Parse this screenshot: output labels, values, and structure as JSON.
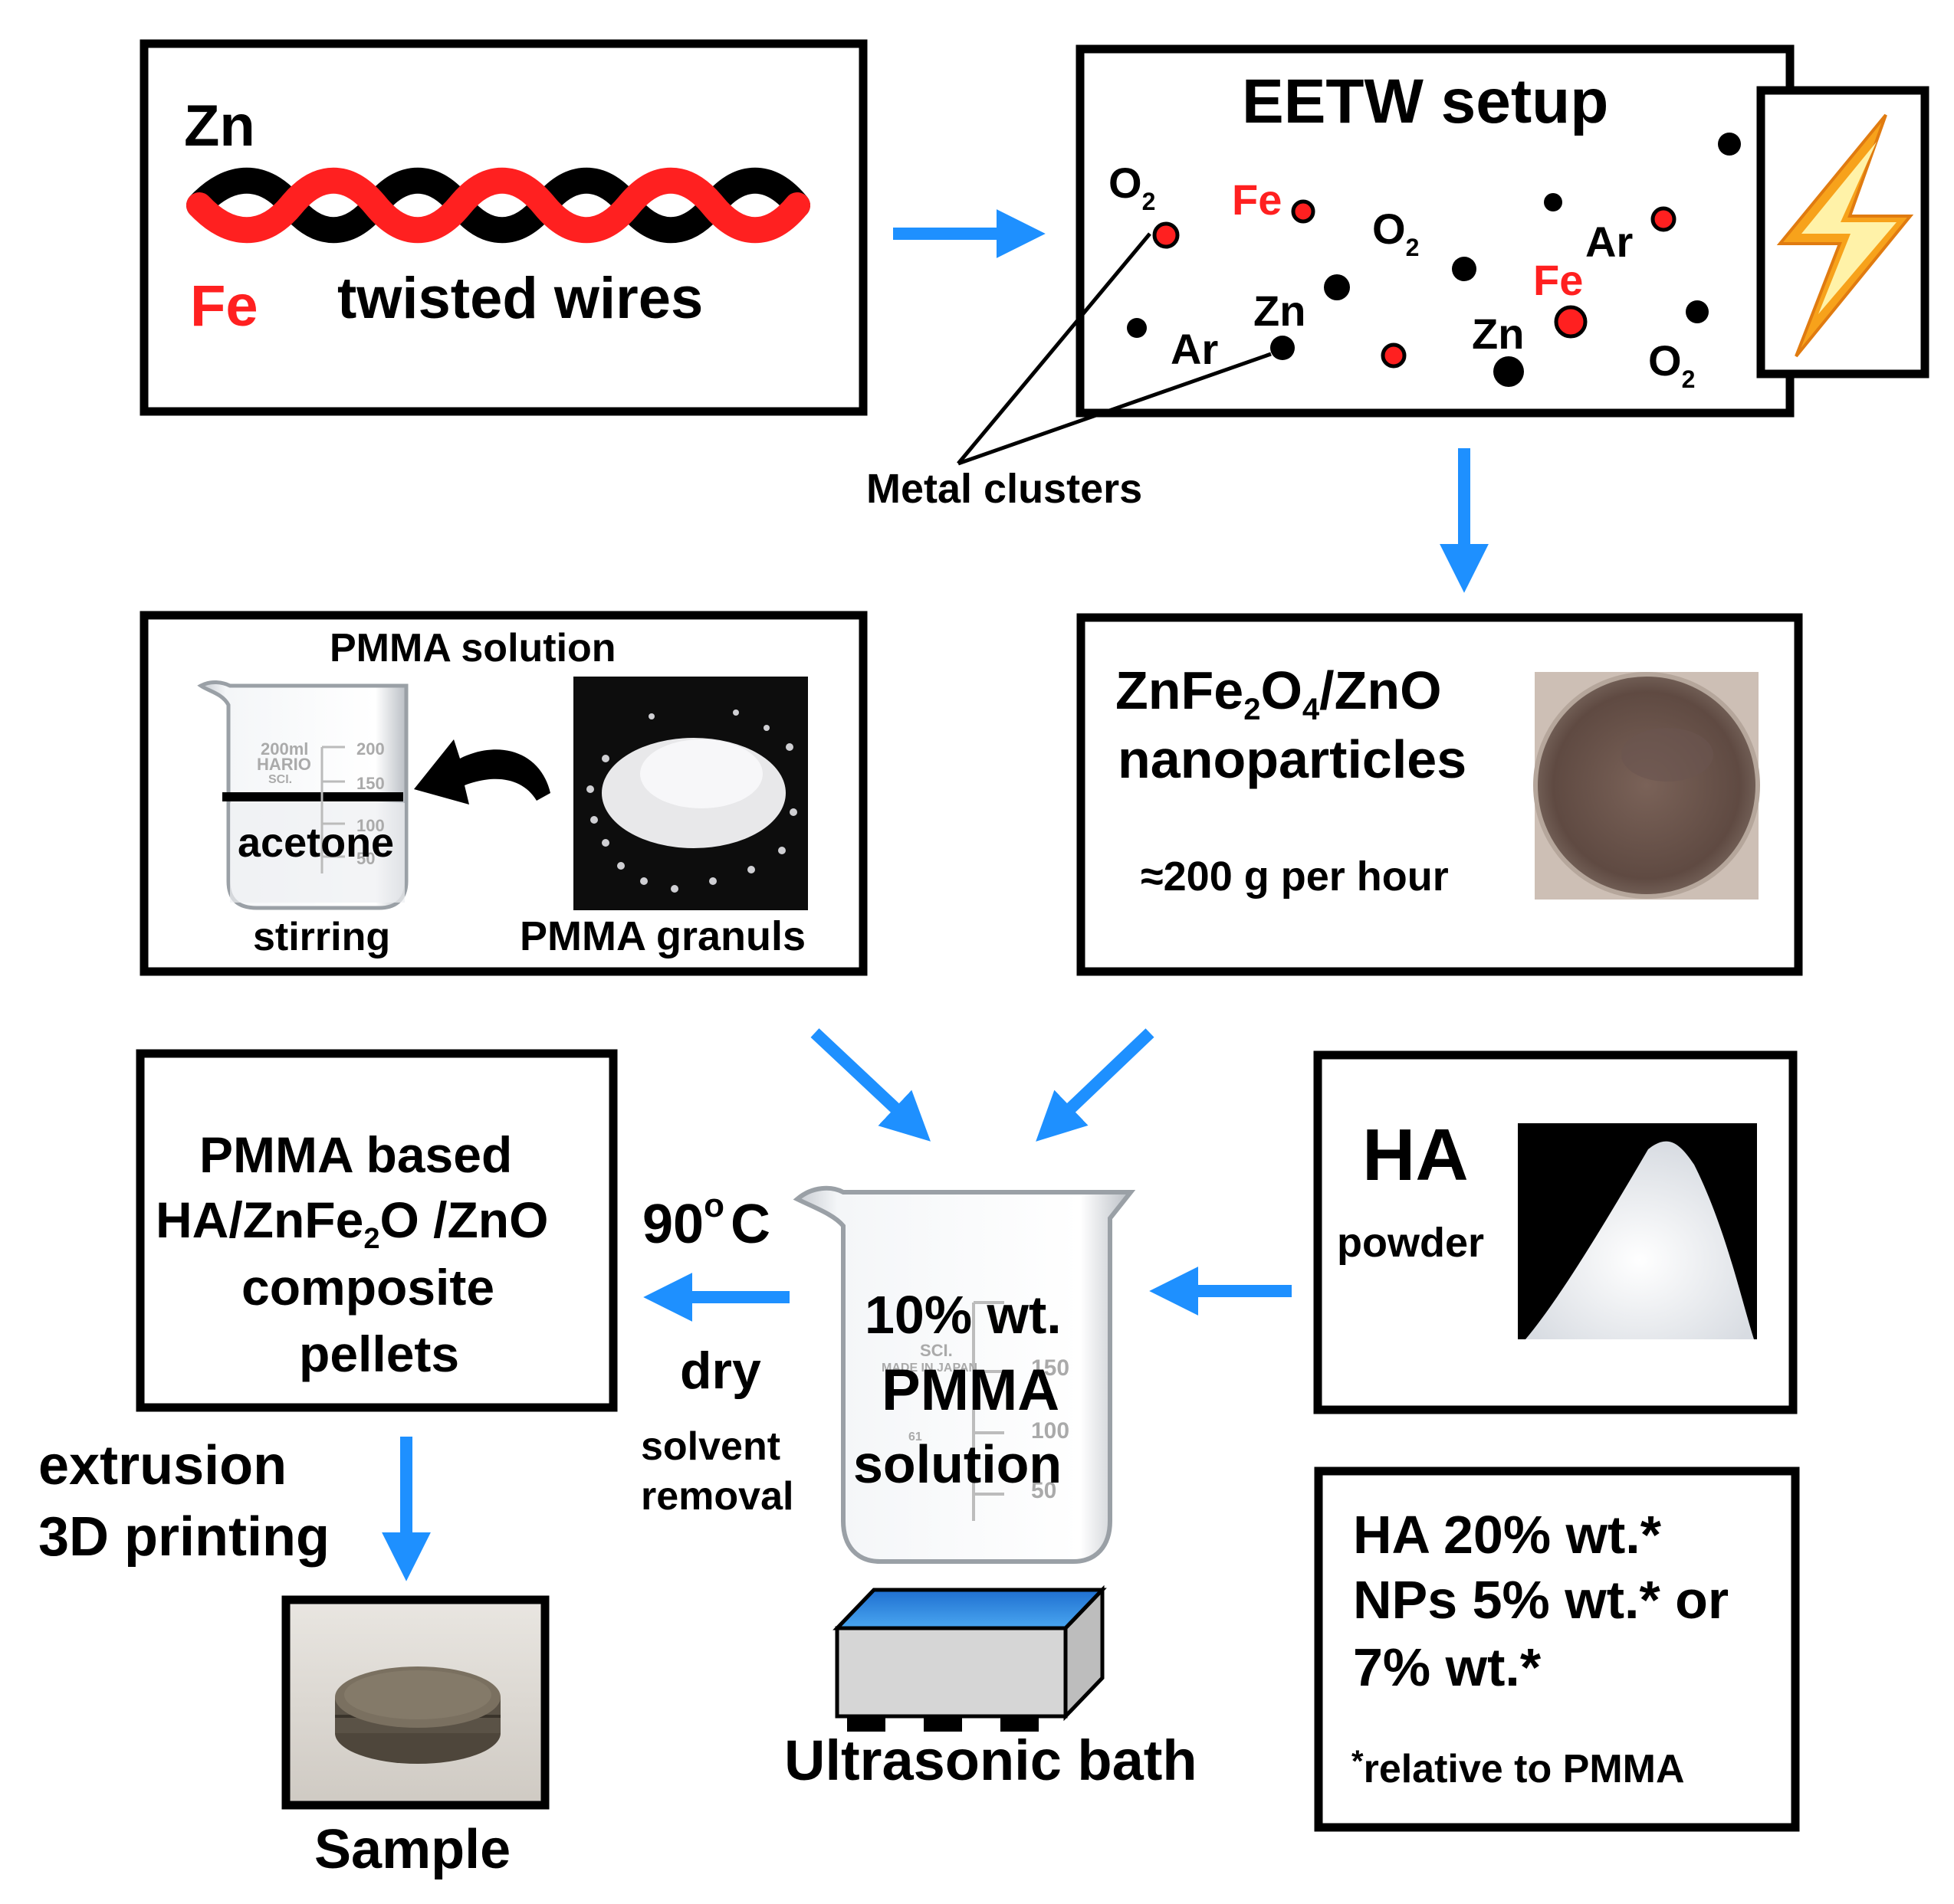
{
  "colors": {
    "arrow": "#1e90ff",
    "fe_red": "#ff2020",
    "ink": "#000000",
    "bolt_outer": "#f7a21b",
    "bolt_inner": "#fff2a8",
    "bath_water": "#2f8fe6",
    "bath_body": "#d6d6d6"
  },
  "twisted_wires": {
    "zn_label": "Zn",
    "fe_label": "Fe",
    "caption": "twisted wires"
  },
  "eetw": {
    "title": "EETW setup",
    "o2_label": "O",
    "o2_sub": "2",
    "fe_label": "Fe",
    "ar_label": "Ar",
    "zn_label": "Zn",
    "icon": "lightning-bolt-icon"
  },
  "metal_clusters_label": "Metal clusters",
  "pmma_prep": {
    "title": "PMMA solution",
    "beaker_label": "acetone",
    "stirring_label": "stirring",
    "granules_label": "PMMA granuls",
    "beaker_marks": [
      "200ml",
      "HARIO",
      "SCI.",
      "200",
      "150",
      "100",
      "50"
    ]
  },
  "nanoparticles": {
    "formula_a": "ZnFe",
    "sub_a": "2",
    "formula_b": "O",
    "sub_b": "4",
    "formula_c": "/ZnO",
    "line2": "nanoparticles",
    "rate": "≈200 g per hour"
  },
  "composite": {
    "line1": "PMMA based",
    "line2a": "HA/ZnFe",
    "line2_sub": "2",
    "line2b": "O /ZnO",
    "line3": "composite",
    "line4": "pellets"
  },
  "drying": {
    "temp_number": "90",
    "temp_degree": "o",
    "temp_unit": "C",
    "dry_label": "dry",
    "removal_line1": "solvent",
    "removal_line2": "removal"
  },
  "main_beaker": {
    "line1": "10% wt.",
    "line2": "PMMA",
    "line3": "solution",
    "marks": [
      "150",
      "100",
      "50"
    ],
    "small_marks": [
      "SCI.",
      "MADE IN JAPAN",
      "61"
    ]
  },
  "bath_label": "Ultrasonic bath",
  "ha": {
    "title": "HA",
    "sub": "powder"
  },
  "extrusion": {
    "line1": "extrusion",
    "line2": "3D printing"
  },
  "sample_label": "Sample",
  "composition": {
    "line1": "HA 20% wt.*",
    "line2": "NPs 5% wt.* or",
    "line3": "7% wt.*",
    "note_star": "*",
    "note": "relative to PMMA"
  }
}
